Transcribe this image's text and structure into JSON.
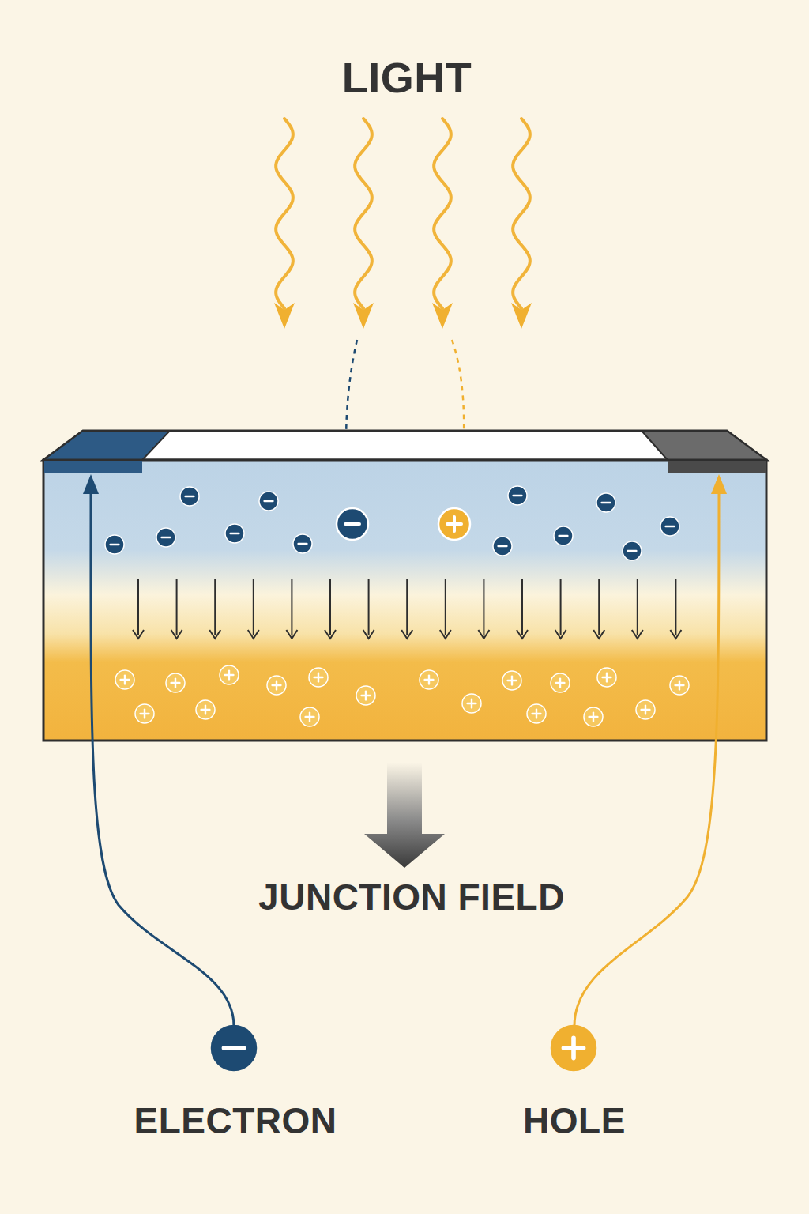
{
  "diagram": {
    "labels": [
      "LIGHT",
      "JUNCTION FIELD",
      "ELECTRON",
      "HOLE"
    ]
  }
}
